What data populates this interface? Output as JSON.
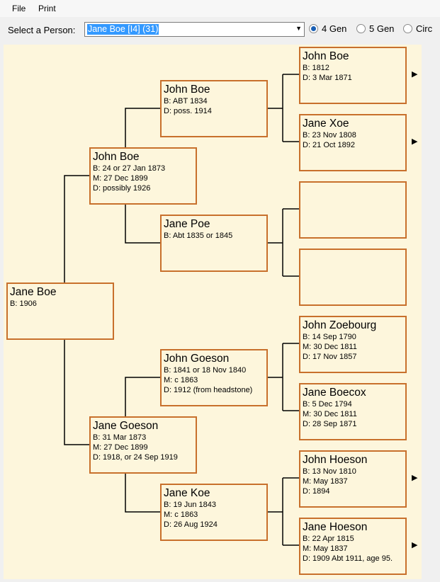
{
  "menu": {
    "file": "File",
    "print": "Print"
  },
  "toolbar": {
    "select_label": "Select a Person:",
    "selected_person": "Jane Boe [I4] (31)",
    "radio_4gen": "4 Gen",
    "radio_5gen": "5 Gen",
    "radio_circ": "Circ",
    "selected_mode": "4 Gen"
  },
  "colors": {
    "box_border": "#c8702c",
    "chart_bg": "#fdf6dc",
    "selection": "#3399ff"
  },
  "icons": {
    "expand": "right-triangle-icon",
    "dropdown": "chevron-down-icon"
  },
  "people": {
    "p1": {
      "name": "Jane Boe",
      "facts": [
        "B: 1906"
      ]
    },
    "p2": {
      "name": "John Boe",
      "facts": [
        "B: 24 or 27 Jan 1873",
        "M: 27 Dec 1899",
        "D: possibly 1926"
      ]
    },
    "p3": {
      "name": "Jane Goeson",
      "facts": [
        "B: 31 Mar 1873",
        "M: 27 Dec 1899",
        "D: 1918, or 24 Sep 1919"
      ]
    },
    "p4": {
      "name": "John Boe",
      "facts": [
        "B: ABT 1834",
        "D: poss. 1914"
      ]
    },
    "p5": {
      "name": "Jane Poe",
      "facts": [
        "B: Abt 1835 or 1845"
      ]
    },
    "p6": {
      "name": "John Goeson",
      "facts": [
        "B: 1841 or 18 Nov 1840",
        "M: c 1863",
        "D: 1912 (from headstone)"
      ]
    },
    "p7": {
      "name": "Jane Koe",
      "facts": [
        "B: 19 Jun 1843",
        "M: c 1863",
        "D: 26 Aug 1924"
      ]
    },
    "p8": {
      "name": "John Boe",
      "facts": [
        "B: 1812",
        "D: 3 Mar 1871"
      ]
    },
    "p9": {
      "name": "Jane Xoe",
      "facts": [
        "B: 23 Nov 1808",
        "D: 21 Oct 1892"
      ]
    },
    "p10": {
      "name": "",
      "facts": []
    },
    "p11": {
      "name": "",
      "facts": []
    },
    "p12": {
      "name": "John Zoebourg",
      "facts": [
        "B: 14 Sep 1790",
        "M: 30 Dec 1811",
        "D: 17 Nov 1857"
      ]
    },
    "p13": {
      "name": "Jane Boecox",
      "facts": [
        "B: 5 Dec 1794",
        "M: 30 Dec 1811",
        "D: 28 Sep 1871"
      ]
    },
    "p14": {
      "name": "John Hoeson",
      "facts": [
        "B: 13 Nov 1810",
        "M: May 1837",
        "D: 1894"
      ]
    },
    "p15": {
      "name": "Jane Hoeson",
      "facts": [
        "B: 22 Apr 1815",
        "M: May 1837",
        "D: 1909 Abt 1911, age 95."
      ]
    }
  }
}
